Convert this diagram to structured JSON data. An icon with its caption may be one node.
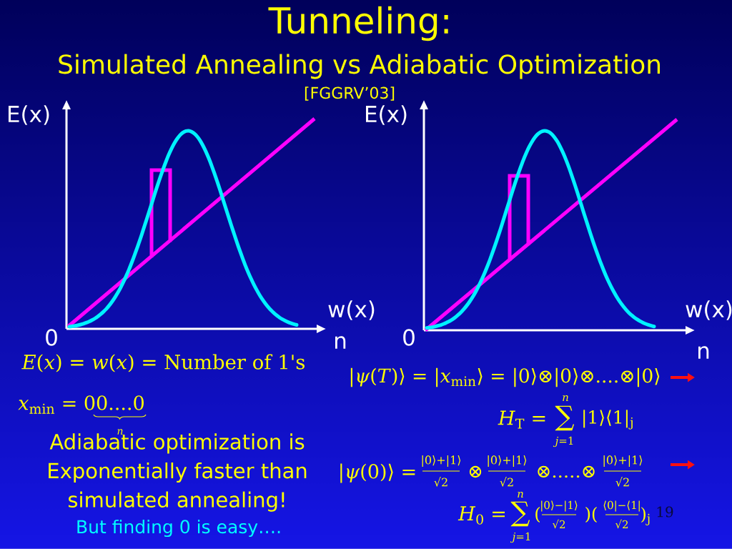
{
  "diagram": {
    "title": "Tunneling:",
    "labels": [
      "Simulated Annealing vs Adiabatic Optimization",
      "[FGGRV’03]",
      "E(x)",
      "E(x)",
      "w(x)",
      "w(x)",
      "0",
      "n",
      "0",
      "n",
      "*E*(*x*) = *w*(*x*) = Number of 1's",
      "*x*$_{min}$ = 00....0",
      "n",
      "Adiabatic optimization is Exponentially faster than simulated annealing!",
      "But finding 0 is easy….",
      "|*ψ*(*T*)⟩ = |*x*$_{min}$⟩ = |0⟩⊗|0⟩⊗....⊗|0⟩",
      "n",
      "*H*$_{T}$ =",
      "∑",
      "|1⟩⟨1|$_{j}$",
      "*j*=1",
      "|*ψ*(0)⟩ =",
      "|0⟩+|1⟩",
      "√2",
      "⊗",
      "|0⟩+|1⟩",
      "√2",
      "⊗.....⊗",
      "|0⟩+|1⟩",
      "√2",
      "n",
      "*H*$_{0}$ =",
      "∑",
      "(",
      "|0⟩−|1⟩",
      "√2",
      ")(",
      "⟨0|−⟨1|",
      "√2",
      ")$_{j}$",
      "19",
      "*j*=1"
    ]
  }
}
